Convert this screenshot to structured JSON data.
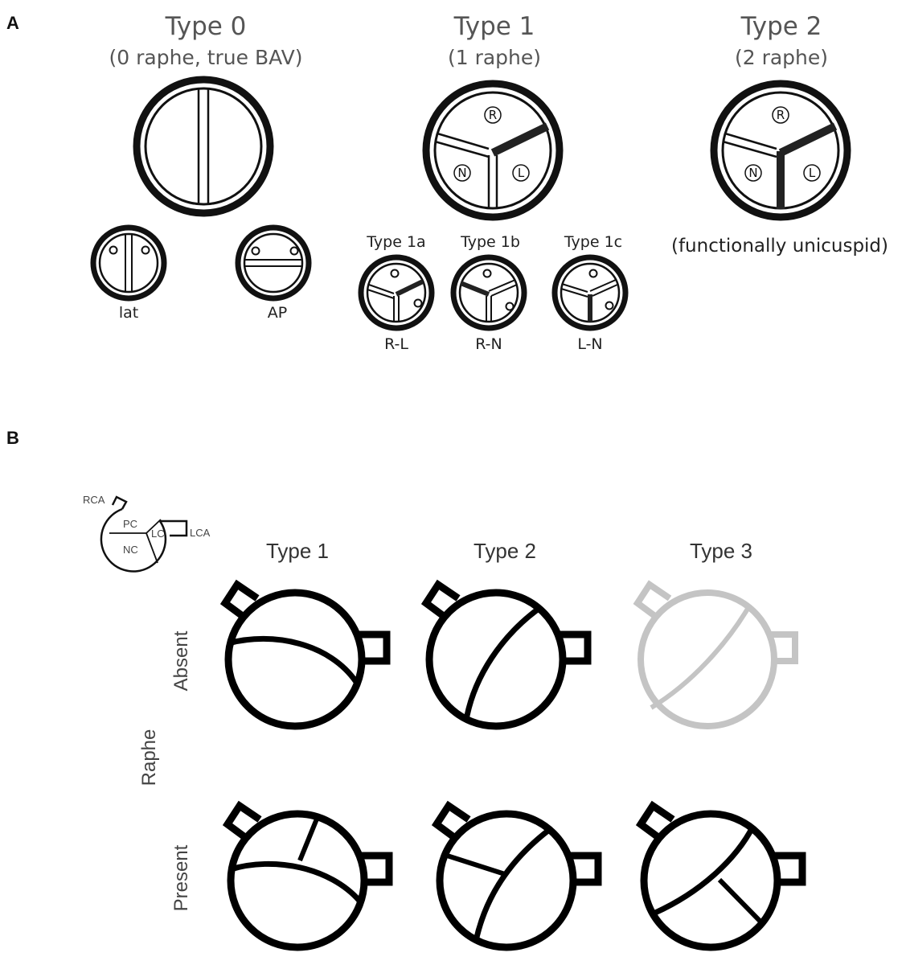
{
  "panel_a": {
    "letter": "A",
    "type0": {
      "title": "Type 0",
      "subtitle": "(0 raphe, true BAV)",
      "sub_lat": "lat",
      "sub_ap": "AP"
    },
    "type1": {
      "title": "Type 1",
      "subtitle": "(1 raphe)",
      "cusps": {
        "r": "R",
        "n": "N",
        "l": "L"
      },
      "sub_a_title": "Type 1a",
      "sub_a_label": "R-L",
      "sub_b_title": "Type 1b",
      "sub_b_label": "R-N",
      "sub_c_title": "Type 1c",
      "sub_c_label": "L-N"
    },
    "type2": {
      "title": "Type 2",
      "subtitle": "(2 raphe)",
      "cusps": {
        "r": "R",
        "n": "N",
        "l": "L"
      },
      "note": "(functionally unicuspid)"
    }
  },
  "panel_b": {
    "letter": "B",
    "key": {
      "rca": "RCA",
      "lca": "LCA",
      "pc": "PC",
      "lc": "LC",
      "nc": "NC"
    },
    "col_type1": "Type 1",
    "col_type2": "Type 2",
    "col_type3": "Type 3",
    "row_group": "Raphe",
    "row_absent": "Absent",
    "row_present": "Present"
  }
}
